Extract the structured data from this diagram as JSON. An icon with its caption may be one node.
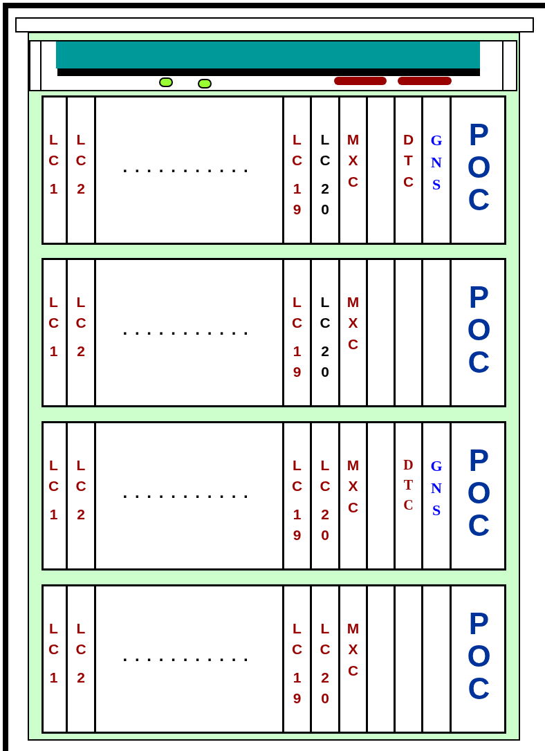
{
  "diagram": {
    "nodes": [
      {
        "text": [],
        "shape": "box"
      },
      {
        "text": [
          "LC 1"
        ],
        "in": 0
      },
      {
        "text": [
          "LC 2"
        ],
        "in": 0
      },
      {
        "text": [
          "..........."
        ],
        "in": 0
      },
      {
        "text": [
          "LC 19"
        ],
        "in": 0
      },
      {
        "text": [
          "LC 20"
        ],
        "in": 0
      },
      {
        "text": [
          "MXC"
        ],
        "in": 0
      },
      {
        "text": [],
        "shape": "box",
        "in": 0
      },
      {
        "text": [
          "DTC"
        ],
        "in": 0
      },
      {
        "text": [
          "GNS"
        ],
        "in": 0
      },
      {
        "text": [
          "POC"
        ],
        "in": 0
      },
      {
        "text": [],
        "shape": "box"
      },
      {
        "text": [
          "LC 1"
        ],
        "in": 11
      },
      {
        "text": [
          "LC 2"
        ],
        "in": 11
      },
      {
        "text": [
          "..........."
        ],
        "in": 11
      },
      {
        "text": [
          "LC 19"
        ],
        "in": 11
      },
      {
        "text": [
          "LC 20"
        ],
        "in": 11
      },
      {
        "text": [
          "MXC"
        ],
        "in": 11
      },
      {
        "text": [],
        "shape": "box",
        "in": 11
      },
      {
        "text": [],
        "shape": "box",
        "in": 11
      },
      {
        "text": [],
        "shape": "box",
        "in": 11
      },
      {
        "text": [
          "POC"
        ],
        "in": 11
      },
      {
        "text": [],
        "shape": "box"
      },
      {
        "text": [
          "LC 1"
        ],
        "in": 22
      },
      {
        "text": [
          "LC 2"
        ],
        "in": 22
      },
      {
        "text": [
          "..........."
        ],
        "in": 22
      },
      {
        "text": [
          "LC 19"
        ],
        "in": 22
      },
      {
        "text": [
          "LC 20"
        ],
        "in": 22
      },
      {
        "text": [
          "MXC"
        ],
        "in": 22
      },
      {
        "text": [],
        "shape": "box",
        "in": 22
      },
      {
        "text": [
          "DTC"
        ],
        "in": 22
      },
      {
        "text": [
          "GNS"
        ],
        "in": 22
      },
      {
        "text": [
          "POC"
        ],
        "in": 22
      },
      {
        "text": [],
        "shape": "box"
      },
      {
        "text": [
          "LC 1"
        ],
        "in": 33
      },
      {
        "text": [
          "LC 2"
        ],
        "in": 33
      },
      {
        "text": [
          "..........."
        ],
        "in": 33
      },
      {
        "text": [
          "LC 19"
        ],
        "in": 33
      },
      {
        "text": [
          "LC 20"
        ],
        "in": 33
      },
      {
        "text": [
          "MXC"
        ],
        "in": 33
      },
      {
        "text": [],
        "shape": "box",
        "in": 33
      },
      {
        "text": [],
        "shape": "box",
        "in": 33
      },
      {
        "text": [],
        "shape": "box",
        "in": 33
      },
      {
        "text": [
          "POC"
        ],
        "in": 33
      }
    ]
  }
}
